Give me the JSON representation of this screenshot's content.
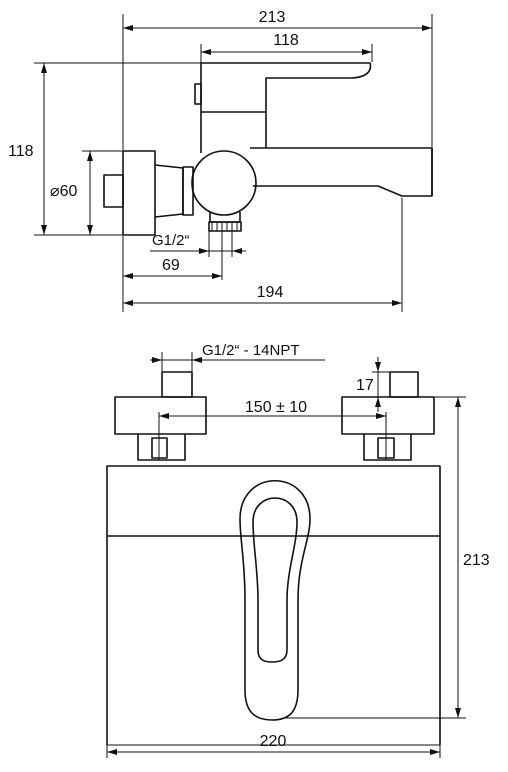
{
  "side_view": {
    "dim_overall_width": "213",
    "dim_lever_length": "118",
    "dim_height": "118",
    "dim_diameter": "⌀60",
    "dim_outlet_thread": "G1/2“",
    "dim_outlet_offset": "69",
    "dim_spout_length": "194"
  },
  "front_view": {
    "dim_inlet_thread": "G1/2“ - 14NPT",
    "dim_inlet_length": "17",
    "dim_inlet_spacing": "150 ± 10",
    "dim_height": "213",
    "dim_width": "220"
  }
}
